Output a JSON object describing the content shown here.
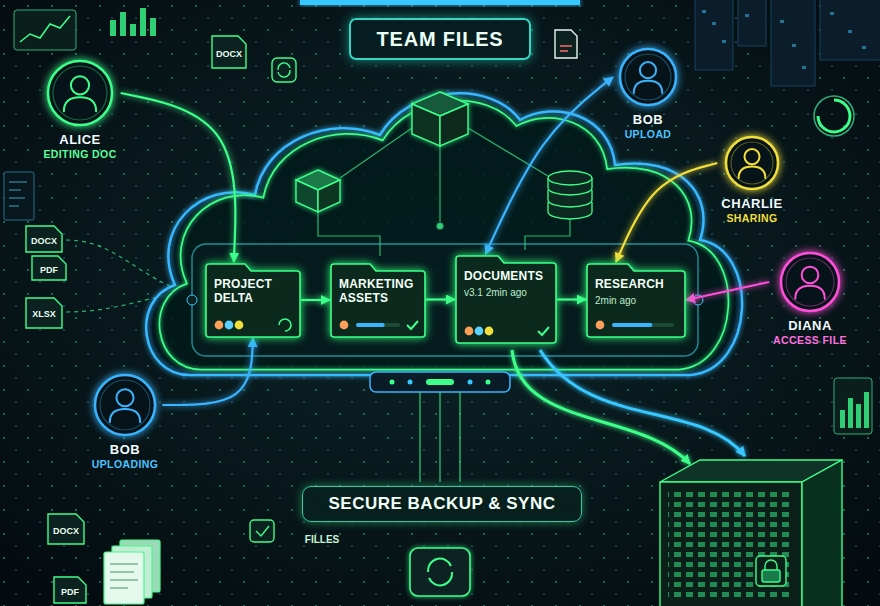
{
  "diagram": {
    "title": "TEAM FILES",
    "nodes": [
      {
        "text": [
          "ALICE",
          "EDITING DOC"
        ]
      },
      {
        "text": [
          "BOB",
          "UPLOAD"
        ]
      },
      {
        "text": [
          "CHARLIE",
          "SHARING"
        ]
      },
      {
        "text": [
          "DIANA",
          "ACCESS FILE"
        ]
      },
      {
        "text": [
          "PROJECT DELTA"
        ]
      },
      {
        "text": [
          "MARKETING ASSETS"
        ]
      },
      {
        "text": [
          "DOCUMENTS",
          "v3.1 2min ago"
        ]
      },
      {
        "text": [
          "RESEARCH",
          "2min ago"
        ]
      },
      {
        "text": [
          "BOB",
          "UPLOADING"
        ]
      },
      {
        "text": [
          "SECURE BACKUP & SYNC"
        ]
      }
    ],
    "edges": [
      {
        "from": 0,
        "to": 4,
        "arrow": "to"
      },
      {
        "from": 1,
        "to": 6,
        "arrow": "both"
      },
      {
        "from": 2,
        "to": 7,
        "arrow": "to"
      },
      {
        "from": 3,
        "to": 7,
        "arrow": "to"
      },
      {
        "from": 8,
        "to": 4,
        "arrow": "to"
      },
      {
        "from": 4,
        "to": 5,
        "arrow": "to"
      },
      {
        "from": 5,
        "to": 6,
        "arrow": "to"
      },
      {
        "from": 6,
        "to": 7,
        "arrow": "to"
      }
    ],
    "labels": [
      "DOCX",
      "DOCX",
      "PDF",
      "XLSX",
      "DOCX",
      "PDF",
      "FILLES"
    ]
  }
}
